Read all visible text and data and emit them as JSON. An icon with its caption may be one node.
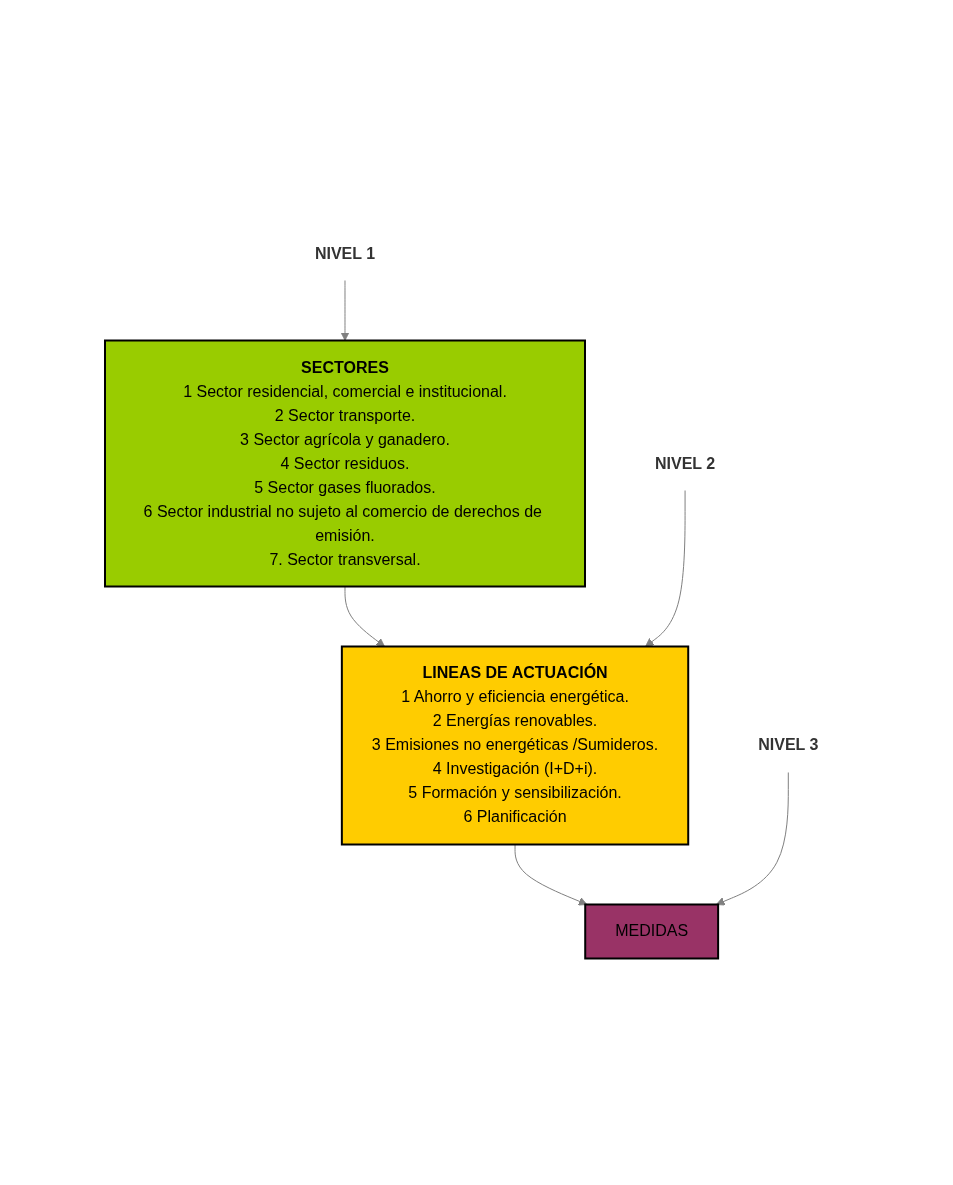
{
  "diagram": {
    "nodes": [
      {
        "text": [
          "NIVEL 1"
        ]
      },
      {
        "text": [
          "SECTORES",
          "1 Sector residencial, comercial e institucional.",
          "2 Sector transporte.",
          "3 Sector agrícola y ganadero.",
          "4 Sector residuos.",
          "5 Sector gases fluorados.",
          "6 Sector industrial no sujeto al comercio de derechos de emisión.",
          "7. Sector transversal."
        ]
      },
      {
        "text": [
          "NIVEL 2"
        ]
      },
      {
        "text": [
          "LINEAS DE ACTUACIÓN",
          "1 Ahorro y eficiencia energética.",
          "2 Energías renovables.",
          "3 Emisiones no energéticas /Sumideros.",
          "4 Investigación (I+D+i).",
          "5 Formación y sensibilización.",
          "6 Planificación"
        ]
      },
      {
        "text": [
          "NIVEL 3"
        ]
      },
      {
        "text": [
          "MEDIDAS"
        ]
      }
    ],
    "edges": [
      {
        "from": 0,
        "to": 1,
        "arrow": "to"
      },
      {
        "from": 1,
        "to": 3,
        "arrow": "to"
      },
      {
        "from": 2,
        "to": 3,
        "arrow": "to"
      },
      {
        "from": 3,
        "to": 5,
        "arrow": "to"
      },
      {
        "from": 4,
        "to": 5,
        "arrow": "to"
      }
    ]
  }
}
